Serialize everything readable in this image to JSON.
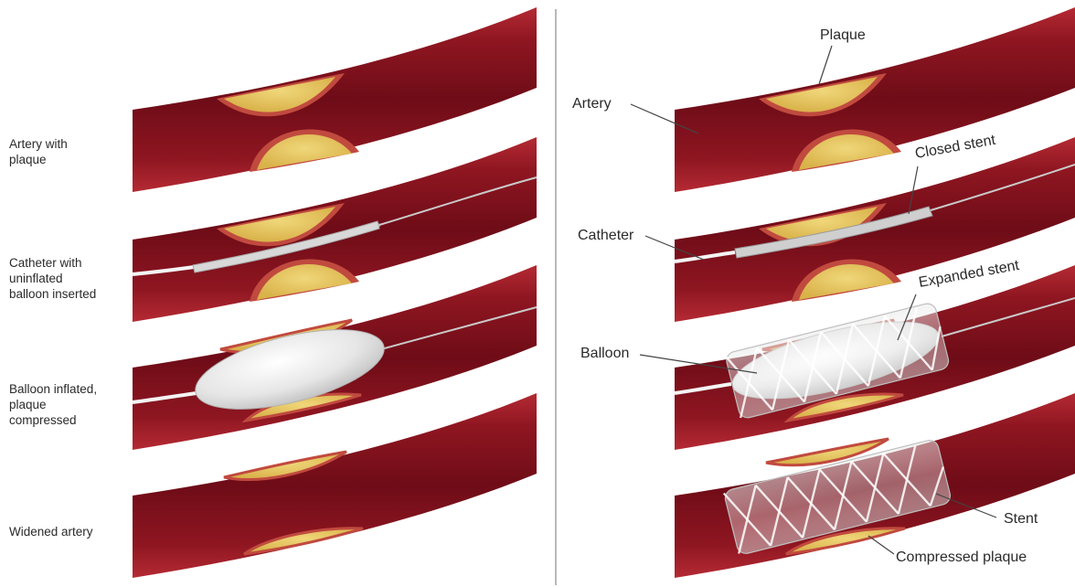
{
  "left_panel": {
    "labels": [
      {
        "lines": [
          "Artery with",
          "plaque"
        ]
      },
      {
        "lines": [
          "Catheter with",
          "uninflated",
          "balloon inserted"
        ]
      },
      {
        "lines": [
          "Balloon inflated,",
          "plaque",
          "compressed"
        ]
      },
      {
        "lines": [
          "Widened artery"
        ]
      }
    ]
  },
  "right_panel": {
    "labels": {
      "plaque": "Plaque",
      "artery": "Artery",
      "closed_stent": "Closed stent",
      "catheter": "Catheter",
      "expanded_stent": "Expanded stent",
      "balloon": "Balloon",
      "stent": "Stent",
      "compressed_plaque": "Compressed plaque"
    }
  },
  "colors": {
    "artery_wall": "#9c1b26",
    "artery_lumen": "#7a0f1a",
    "plaque": "#e2c25a",
    "balloon": "#e8e8e8"
  }
}
